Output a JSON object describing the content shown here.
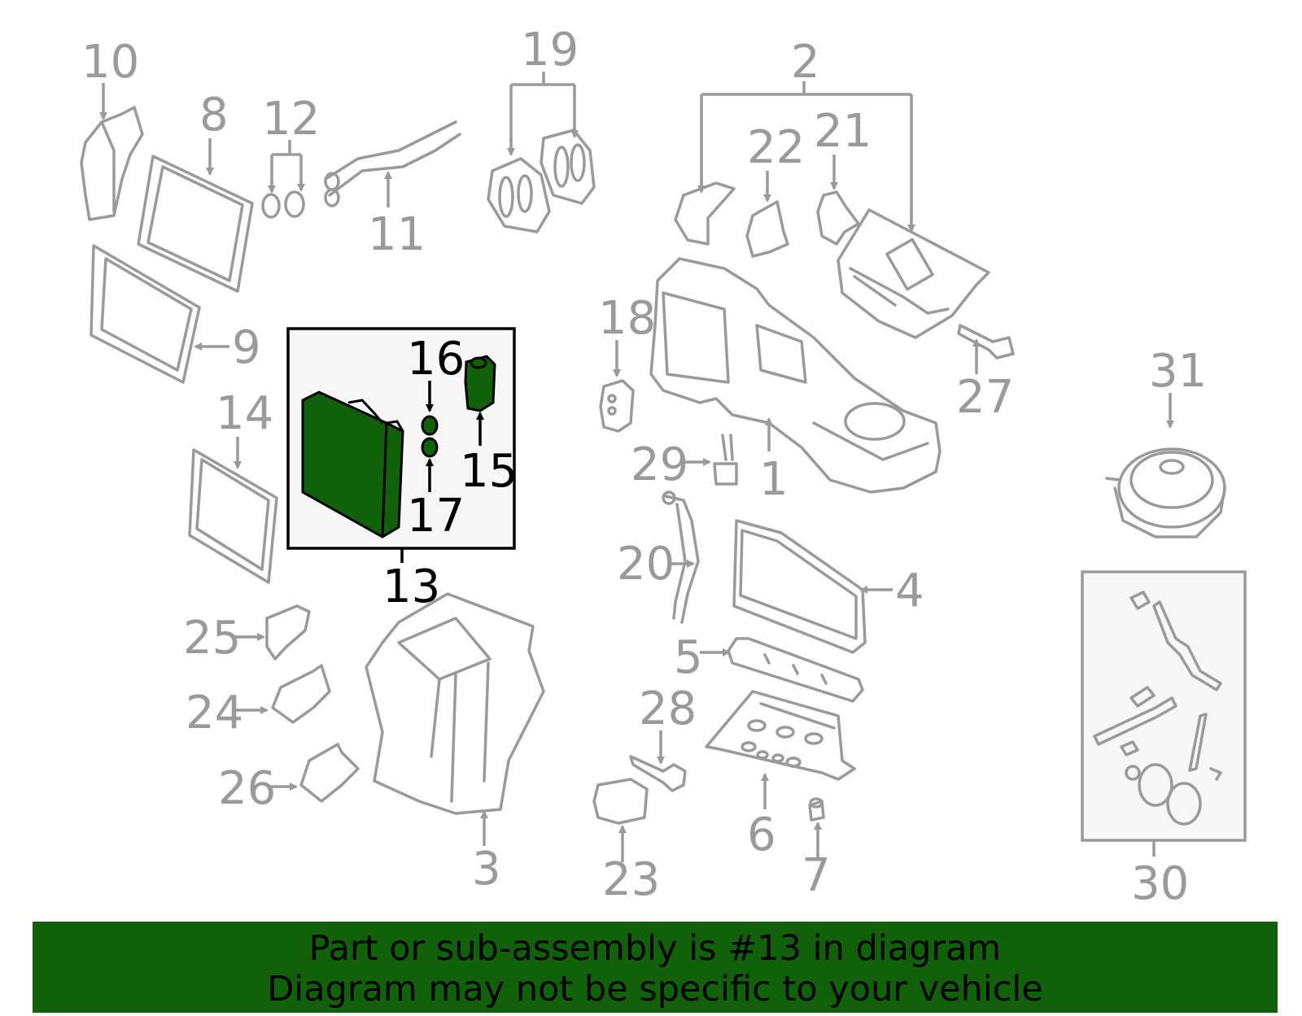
{
  "callouts": {
    "c1": "1",
    "c2": "2",
    "c3": "3",
    "c4": "4",
    "c5": "5",
    "c6": "6",
    "c7": "7",
    "c8": "8",
    "c9": "9",
    "c10": "10",
    "c11": "11",
    "c12": "12",
    "c13": "13",
    "c14": "14",
    "c15": "15",
    "c16": "16",
    "c17": "17",
    "c18": "18",
    "c19": "19",
    "c20": "20",
    "c21": "21",
    "c22": "22",
    "c23": "23",
    "c24": "24",
    "c25": "25",
    "c26": "26",
    "c27": "27",
    "c28": "28",
    "c29": "29",
    "c30": "30",
    "c31": "31"
  },
  "highlight": {
    "part_number": "13",
    "color": "#11610b"
  },
  "banner": {
    "line1": "Part or sub-assembly is #13 in diagram",
    "line2": "Diagram may not be specific to your vehicle",
    "background": "#11610b"
  }
}
